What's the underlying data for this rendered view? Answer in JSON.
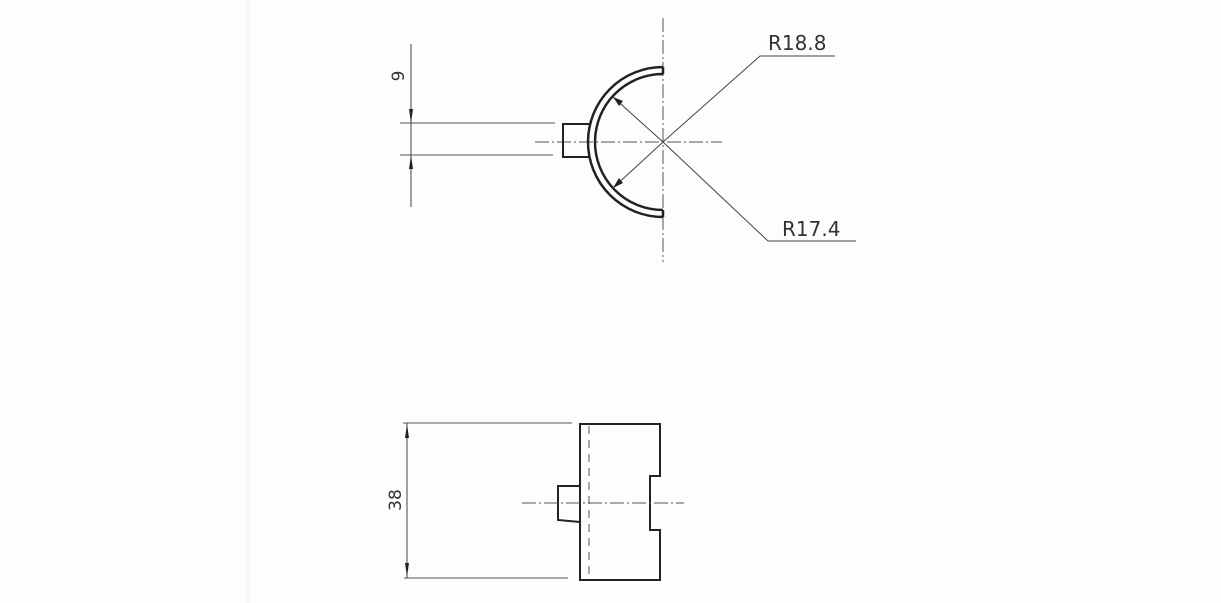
{
  "top_view": {
    "dim_width": "9",
    "outer_radius_label": "R18.8",
    "inner_radius_label": "R17.4"
  },
  "side_view": {
    "dim_height": "38"
  },
  "colors": {
    "line": "#222222",
    "center_line": "#555555",
    "paper": "#fdfdfd"
  }
}
